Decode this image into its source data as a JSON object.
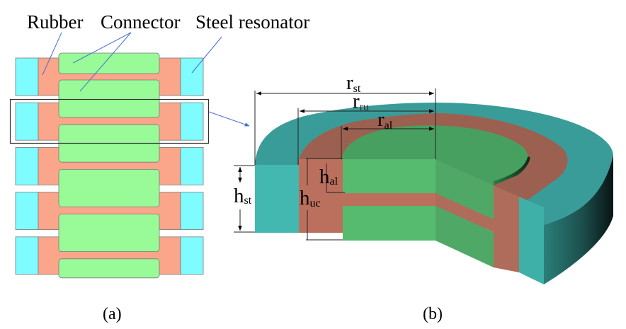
{
  "panel_a": {
    "caption": "(a)",
    "labels": {
      "rubber": "Rubber",
      "connector": "Connector",
      "steel_resonator": "Steel resonator"
    },
    "unit_cell_count": 5,
    "colors": {
      "steel": "#7ffcff",
      "rubber": "#fba58a",
      "connector": "#98fb98",
      "leader_line": "#4a6fd0",
      "outline": "#7a7a7a"
    }
  },
  "panel_b": {
    "caption": "(b)",
    "dimensions": {
      "r_st": {
        "main": "r",
        "sub": "st"
      },
      "r_ru": {
        "main": "r",
        "sub": "ru"
      },
      "r_al": {
        "main": "r",
        "sub": "al"
      },
      "h_st": {
        "main": "h",
        "sub": "st"
      },
      "h_uc": {
        "main": "h",
        "sub": "uc"
      },
      "h_al": {
        "main": "h",
        "sub": "al"
      }
    },
    "colors": {
      "steel_top": "#3a9c98",
      "steel_side": "#43b8b0",
      "rubber_top": "#9c6050",
      "rubber_side": "#bb705e",
      "connector_top": "#48a060",
      "connector_side": "#56bb6e"
    }
  }
}
